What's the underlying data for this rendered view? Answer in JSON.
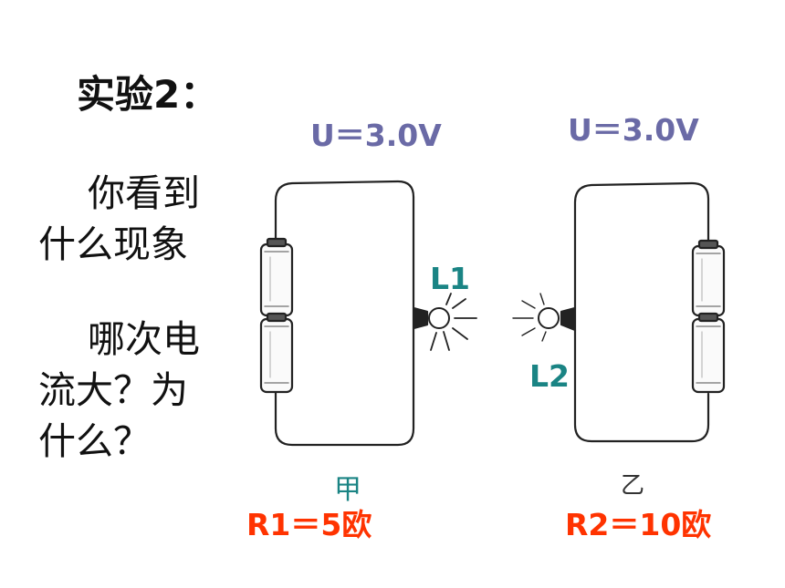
{
  "title": "实验2：",
  "questions": {
    "q1_line1": "你看到",
    "q1_line2": "什么现象",
    "q2_line1": "哪次电",
    "q2_line2": "流大？为",
    "q2_line3": "什么？"
  },
  "circuit_left": {
    "voltage": "U＝3.0V",
    "bulb_label": "L1",
    "caption": "甲",
    "resistance": "R1＝5欧"
  },
  "circuit_right": {
    "voltage": "U＝3.0V",
    "bulb_label": "L2",
    "caption": "乙",
    "resistance": "R2＝10欧"
  }
}
